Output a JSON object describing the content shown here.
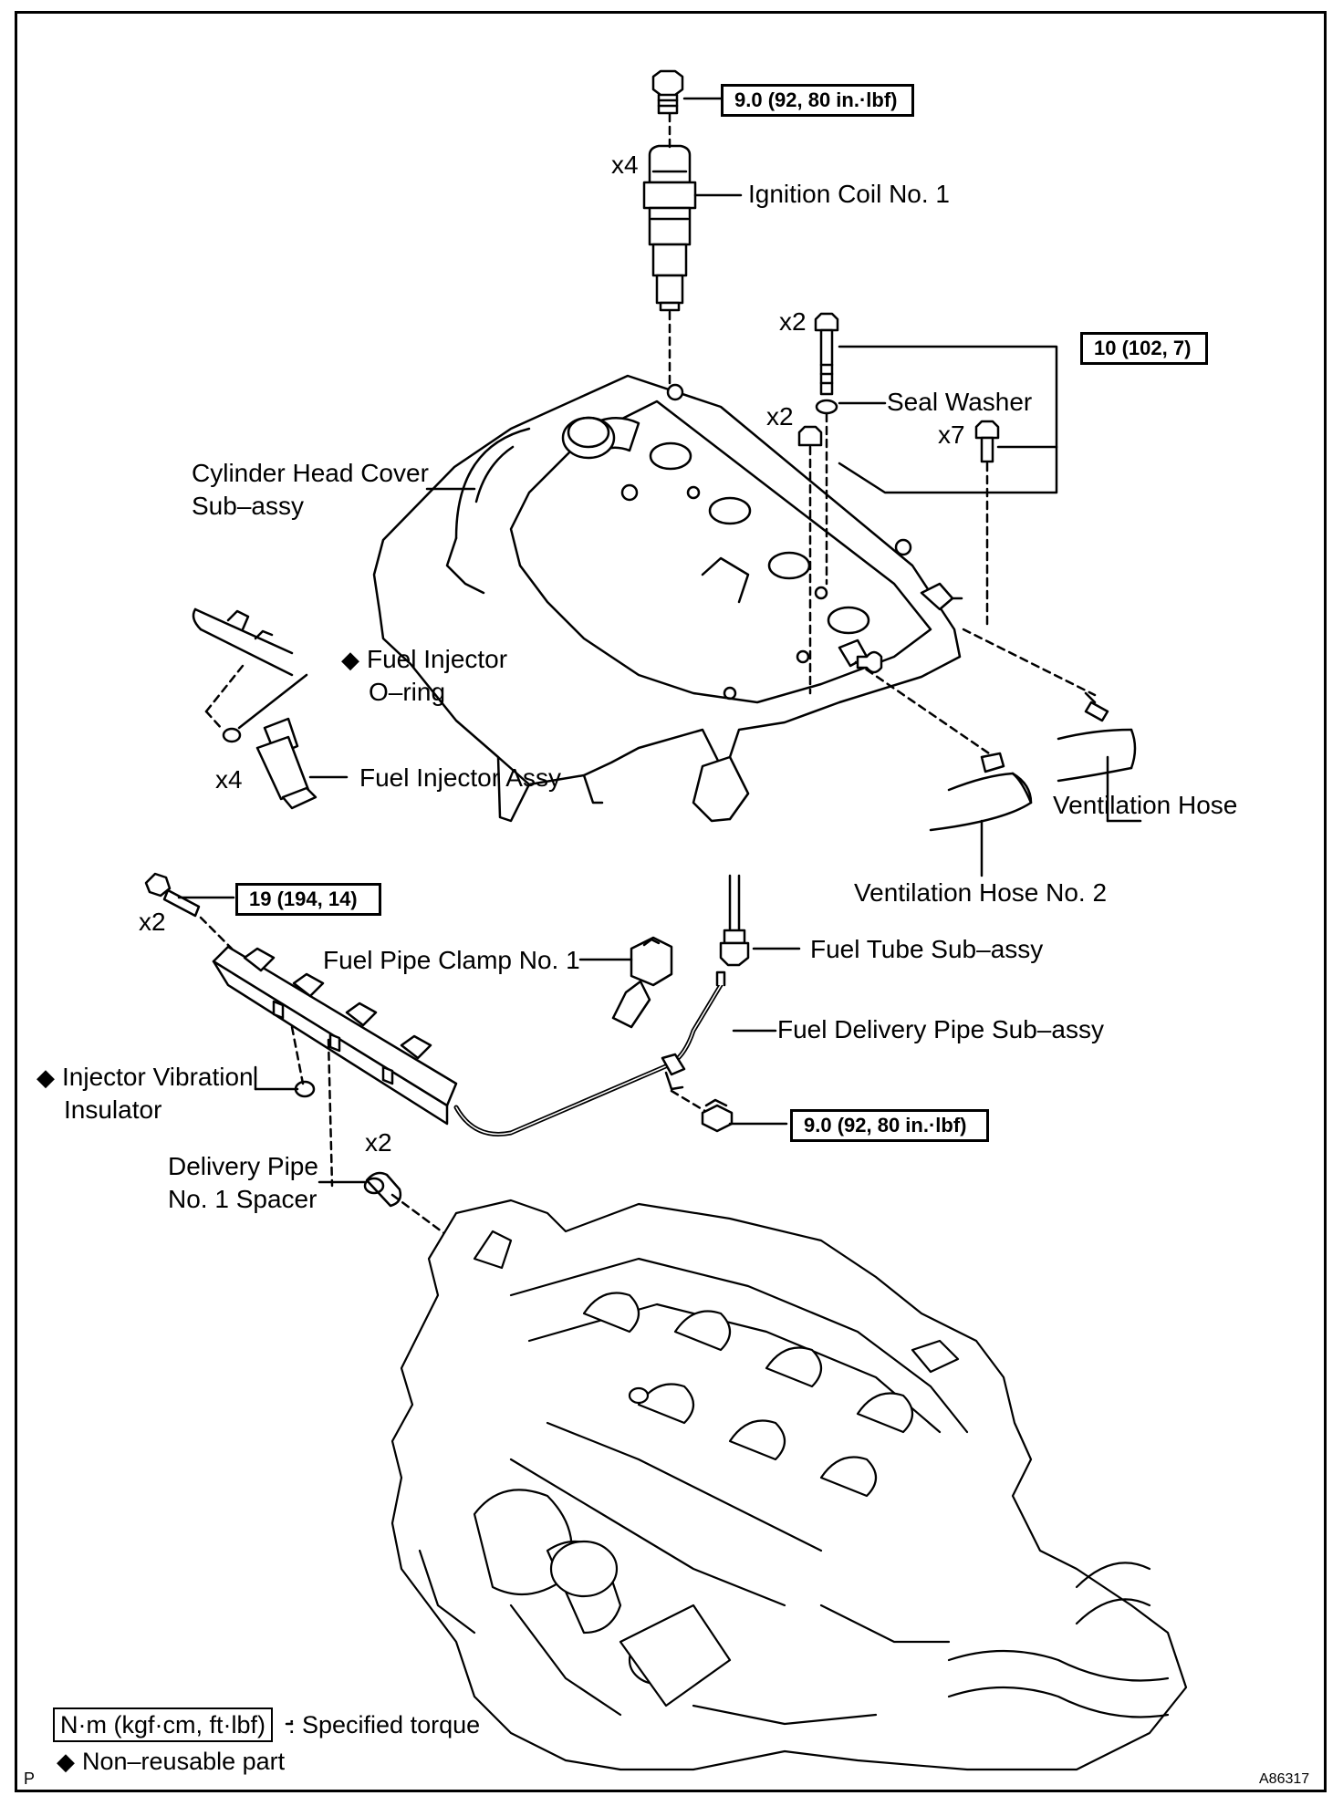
{
  "labels": {
    "ignition_coil": "Ignition Coil No. 1",
    "seal_washer": "Seal Washer",
    "cylinder_head_cover_1": "Cylinder Head Cover",
    "cylinder_head_cover_2": "Sub–assy",
    "fuel_injector_oring_1": "Fuel Injector",
    "fuel_injector_oring_2": "O–ring",
    "fuel_injector_assy": "Fuel Injector Assy",
    "ventilation_hose": "Ventilation Hose",
    "ventilation_hose_2": "Ventilation Hose No. 2",
    "fuel_pipe_clamp": "Fuel Pipe Clamp No. 1",
    "fuel_tube": "Fuel Tube Sub–assy",
    "fuel_delivery_pipe": "Fuel Delivery Pipe Sub–assy",
    "injector_vibration_1": "Injector Vibration",
    "injector_vibration_2": "Insulator",
    "delivery_pipe_spacer_1": "Delivery Pipe",
    "delivery_pipe_spacer_2": "No. 1 Spacer"
  },
  "quantities": {
    "coil_bolt": "x4",
    "cover_bolt_long": "x2",
    "cover_nut": "x2",
    "cover_bolt": "x7",
    "injector": "x4",
    "pipe_bolt": "x2",
    "spacer": "x2"
  },
  "torques": {
    "coil_bolt": "9.0 (92, 80 in.·lbf)",
    "cover_bolts": "10 (102, 7)",
    "delivery_pipe_bolt": "19 (194, 14)",
    "pipe_clamp_bolt": "9.0 (92, 80 in.·lbf)"
  },
  "legend": {
    "torque_unit": "N·m (kgf·cm, ft·lbf)",
    "torque_desc": ": Specified torque",
    "nonreusable_symbol": "◆",
    "nonreusable_desc": "Non–reusable part"
  },
  "corner": {
    "left": "P",
    "right": "A86317"
  }
}
